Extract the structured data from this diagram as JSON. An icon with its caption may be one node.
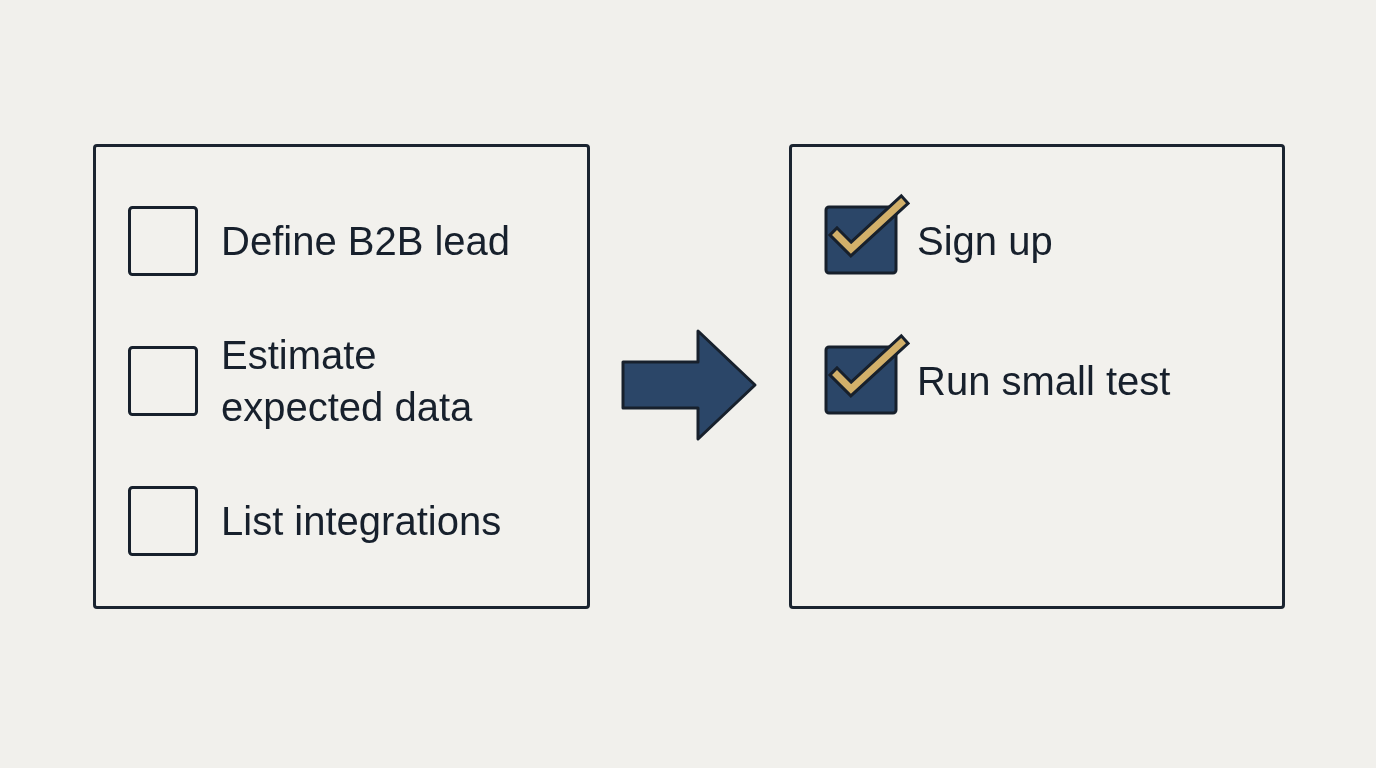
{
  "diagram": {
    "nodes": [
      {
        "text": [
          "Define B2B lead",
          "Estimate expected data",
          "List integrations"
        ]
      },
      {
        "text": [
          "Sign up",
          "Run small test"
        ]
      }
    ],
    "edges": [
      {
        "from": 0,
        "to": 1,
        "arrow": "to"
      }
    ]
  }
}
